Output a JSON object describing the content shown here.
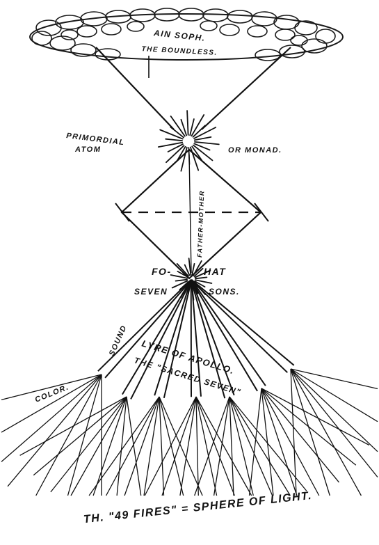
{
  "colors": {
    "ink": "#111111",
    "paper": "#ffffff"
  },
  "labels": {
    "ain_soph": "AIN SOPH.",
    "boundless": "THE BOUNDLESS.",
    "primordial": "PRIMORDIAL",
    "atom": "ATOM",
    "monad": "OR MONAD.",
    "father_mother": "FATHER-MOTHER",
    "fo": "FO-",
    "hat": "HAT",
    "seven": "SEVEN",
    "sons": "SONS.",
    "sound": "SOUND",
    "lyre": "LYRE OF APOLLO.",
    "sacred_seven": "THE \"SACRED SEVEN\"",
    "color": "COLOR.",
    "forty_nine_fires": "TH. \"49 FIRES\" = SPHERE OF LIGHT."
  }
}
